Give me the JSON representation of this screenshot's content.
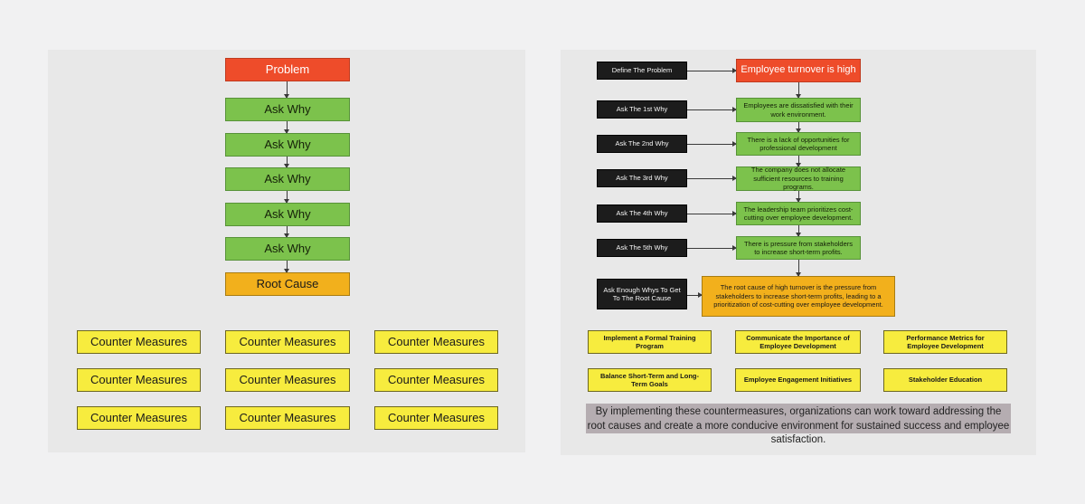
{
  "colors": {
    "page_background": "#f1f1f2",
    "panel_background": "#e8e8e8",
    "problem_red": "#ee4c2a",
    "why_green": "#7cc24c",
    "root_cause_amber": "#f2b01c",
    "counter_measure_yellow": "#f7ec3e",
    "label_black": "#1c1c1c",
    "summary_highlight": "#b5adb1"
  },
  "left_panel": {
    "problem_label": "Problem",
    "ask_why_labels": [
      "Ask Why",
      "Ask Why",
      "Ask Why",
      "Ask Why",
      "Ask Why"
    ],
    "root_cause_label": "Root Cause",
    "counter_measures": [
      "Counter Measures",
      "Counter Measures",
      "Counter Measures",
      "Counter Measures",
      "Counter Measures",
      "Counter Measures",
      "Counter Measures",
      "Counter Measures",
      "Counter Measures"
    ]
  },
  "right_panel": {
    "steps": [
      {
        "label": "Define The Problem",
        "answer": "Employee turnover is high"
      },
      {
        "label": "Ask The 1st Why",
        "answer": "Employees are dissatisfied with their work environment."
      },
      {
        "label": "Ask The 2nd Why",
        "answer": "There is a lack of opportunities for professional development"
      },
      {
        "label": "Ask The 3rd Why",
        "answer": "The company does not allocate sufficient resources to training programs."
      },
      {
        "label": "Ask The 4th Why",
        "answer": "The leadership team prioritizes cost-cutting over employee development."
      },
      {
        "label": "Ask The 5th Why",
        "answer": "There is pressure from stakeholders to increase short-term profits."
      }
    ],
    "root_cause": {
      "label": "Ask Enough Whys To Get To The Root Cause",
      "answer": "The root cause of high turnover is the pressure from stakeholders to increase short-term profits, leading to a prioritization of cost-cutting over employee development."
    },
    "counter_measures": [
      "Implement a Formal Training Program",
      "Communicate the Importance of Employee Development",
      "Performance Metrics for Employee Development",
      "Balance Short-Term and Long-Term Goals",
      "Employee Engagement Initiatives",
      "Stakeholder Education"
    ],
    "summary": "By implementing these countermeasures, organizations can work toward addressing the root causes and create a more conducive environment for sustained success and employee satisfaction."
  }
}
